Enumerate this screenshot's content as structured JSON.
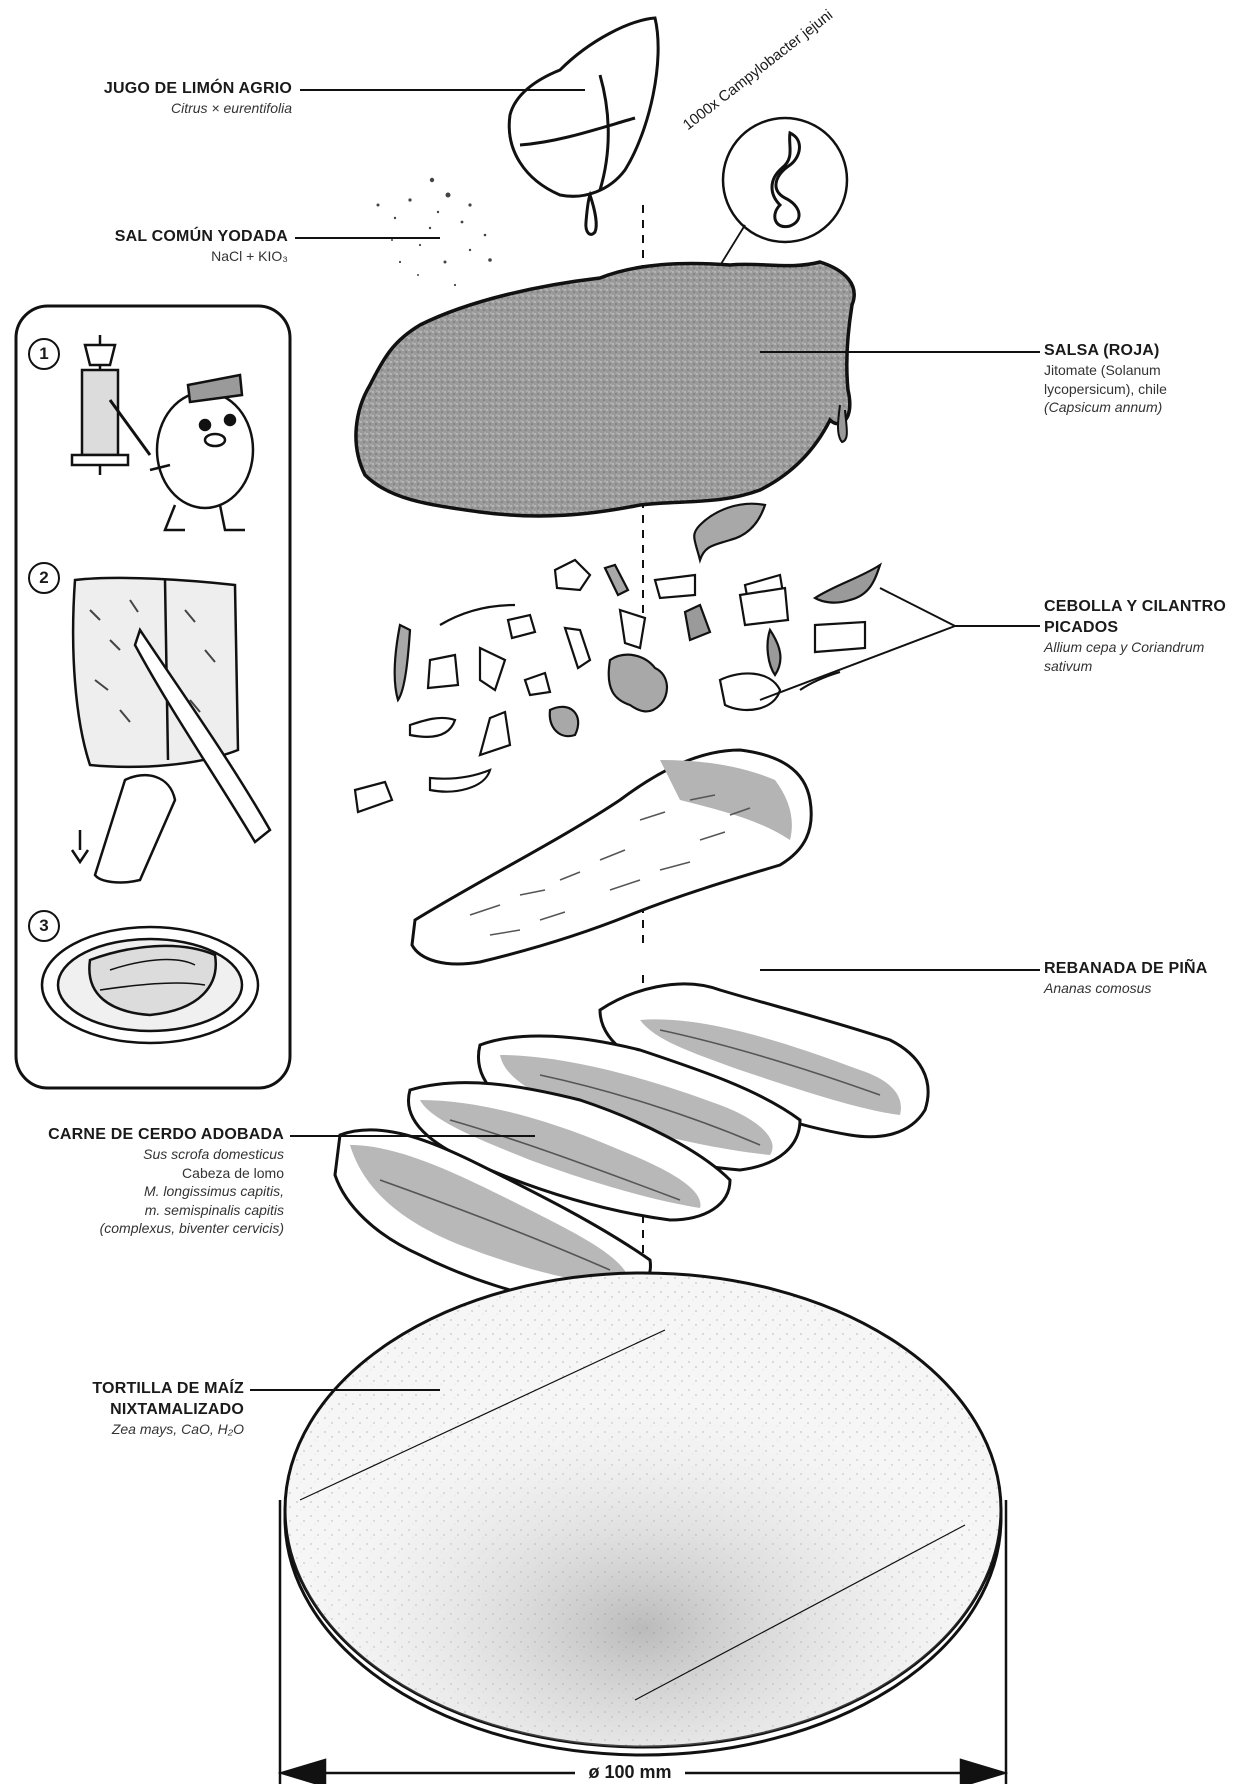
{
  "labels": {
    "lemon": {
      "title": "JUGO DE LIMÓN AGRIO",
      "sci": "Citrus × eurentifolia"
    },
    "salt": {
      "title": "SAL COMÚN YODADA",
      "formula": "NaCl + KIO₃"
    },
    "salsa": {
      "title": "SALSA (ROJA)",
      "line1": "Jitomate (Solanum",
      "line2": "lycopersicum), chile",
      "line3": "(Capsicum annum)"
    },
    "onion": {
      "title1": "CEBOLLA Y CILANTRO",
      "title2": "PICADOS",
      "sci1": "Allium cepa y Coriandrum",
      "sci2": "sativum"
    },
    "pineapple": {
      "title": "REBANADA DE PIÑA",
      "sci": "Ananas comosus"
    },
    "pork": {
      "title": "CARNE DE CERDO ADOBADA",
      "sci": "Sus scrofa domesticus",
      "cut": "Cabeza de lomo",
      "m1": "M. longissimus capitis,",
      "m2": "m. semispinalis capitis",
      "m3": "(complexus, biventer cervicis)"
    },
    "tortilla": {
      "title1": "TORTILLA DE MAÍZ",
      "title2": "NIXTAMALIZADO",
      "formula": "Zea mays, CaO, H₂O"
    }
  },
  "bacteria": {
    "label": "1000x Campylobacter jejuni"
  },
  "steps": [
    "1",
    "2",
    "3"
  ],
  "dimension": {
    "label": "ø 100 mm"
  },
  "colors": {
    "ink": "#111111",
    "salsa": "#8a8a8a",
    "meat": "#b8b8b8",
    "paper": "#ffffff"
  }
}
